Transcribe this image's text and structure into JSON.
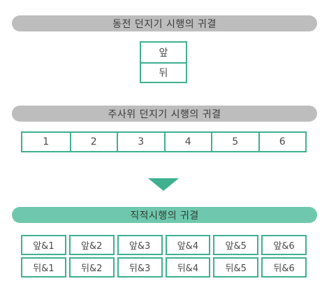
{
  "coin_section": {
    "title": "동전 던지기 시행의 귀결",
    "outcomes": [
      "앞",
      "뒤"
    ]
  },
  "dice_section": {
    "title": "주사위 던지기 시행의 귀결",
    "outcomes": [
      "1",
      "2",
      "3",
      "4",
      "5",
      "6"
    ]
  },
  "product_section": {
    "title": "직적시행의 귀결",
    "rows": [
      [
        "앞&1",
        "앞&2",
        "앞&3",
        "앞&4",
        "앞&5",
        "앞&6"
      ],
      [
        "뒤&1",
        "뒤&2",
        "뒤&3",
        "뒤&4",
        "뒤&5",
        "뒤&6"
      ]
    ]
  },
  "colors": {
    "accent": "#3fb08f",
    "title_gray": "#bdbdbd",
    "title_teal": "#6fc8ad"
  }
}
